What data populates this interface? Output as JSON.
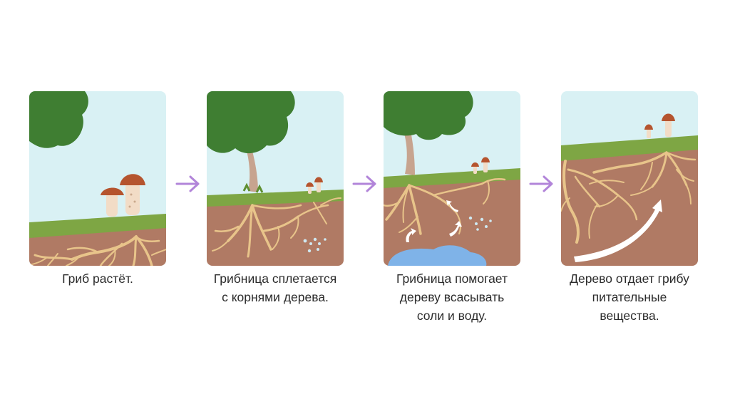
{
  "steps": [
    {
      "caption": "Гриб растёт."
    },
    {
      "caption": "Грибница сплетается\nс корнями дерева."
    },
    {
      "caption": "Грибница помогает\nдереву всасывать\nсоли и воду."
    },
    {
      "caption": "Дерево отдает грибу\nпитательные\nвещества."
    }
  ],
  "icons": {
    "arrow": "right-arrow-icon"
  },
  "colors": {
    "sky": "#d9f1f4",
    "grass": "#7ea644",
    "soil": "#b07a64",
    "foliage": "#3f7e32",
    "trunk": "#c7a48f",
    "mycelium": "#e8c48a",
    "mushroom_cap": "#b5542e",
    "mushroom_stem": "#f2dcc6",
    "water": "#7fb3e8",
    "arrow": "#b285d9"
  }
}
